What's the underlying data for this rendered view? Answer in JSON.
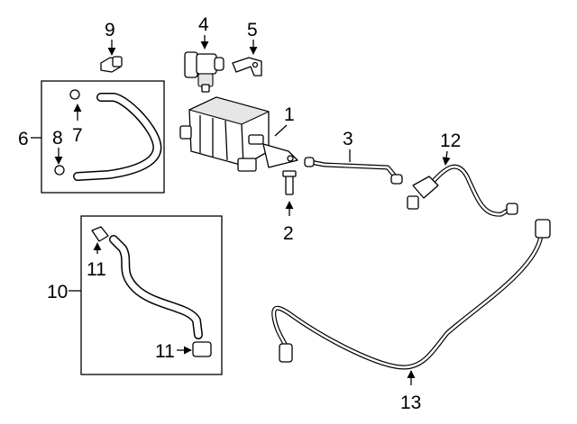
{
  "callouts": {
    "c1": "1",
    "c2": "2",
    "c3": "3",
    "c4": "4",
    "c5": "5",
    "c6": "6",
    "c7": "7",
    "c8": "8",
    "c9": "9",
    "c10": "10",
    "c11a": "11",
    "c11b": "11",
    "c12": "12",
    "c13": "13"
  },
  "colors": {
    "ink": "#000000",
    "background": "#ffffff"
  }
}
